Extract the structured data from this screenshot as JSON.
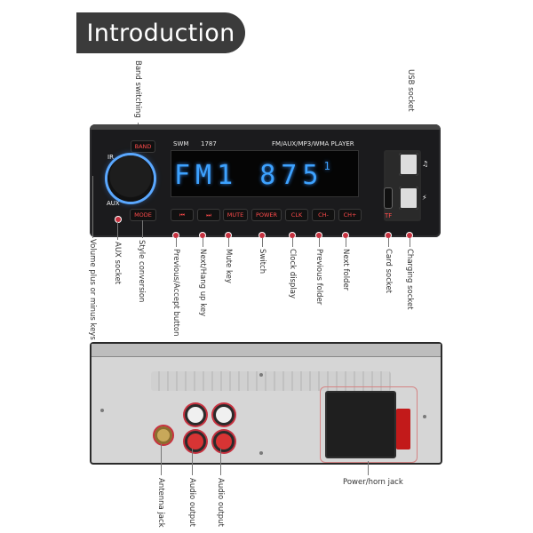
{
  "title": "Introduction",
  "front_device": {
    "brand": "SWM",
    "model": "1787",
    "player_text": "FM/AUX/MP3/WMA PLAYER",
    "display_text": "FM1 875",
    "display_extra": "1",
    "badge_ir": "IR",
    "badge_aux": "AUX",
    "button_band": "BAND",
    "button_mode": "MODE",
    "buttons": [
      "⏮",
      "⏭",
      "MUTE",
      "POWER",
      "CLK",
      "CH-",
      "CH+"
    ],
    "usb_icon": "♫",
    "charge_icon": "⚡",
    "tf_label": "TF"
  },
  "labels": {
    "top_band": "Band switching",
    "top_usb": "USB socket",
    "bottom": [
      "Volume plus or minus keys",
      "AUX socket",
      "Style conversion",
      "Previous/Accept button",
      "Next/Hang up key",
      "Mute key",
      "Switch",
      "Clock display",
      "Previous folder",
      "Next folder",
      "Card socket",
      "Charging socket"
    ],
    "rear_bottom": [
      "Antenna jack",
      "Audio output",
      "Audio output"
    ],
    "power_horn": "Power/horn jack"
  },
  "colors": {
    "banner": "#3b3b3b",
    "panel": "#1b1b1d",
    "lcd": "#3da2ff",
    "accent_red": "#c7313f",
    "button_text": "#ff4b4b",
    "knob_glow": "#5aa8ff"
  }
}
